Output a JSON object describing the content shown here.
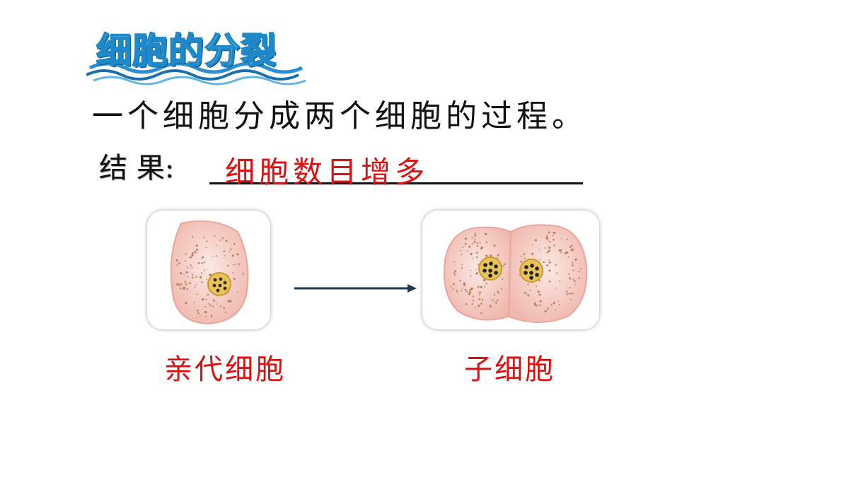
{
  "title": "细胞的分裂",
  "definition": "一个细胞分成两个细胞的过程。",
  "result": {
    "label": "结  果:",
    "answer": "细胞数目增多"
  },
  "captions": {
    "parent": "亲代细胞",
    "daughter": "子细胞"
  },
  "colors": {
    "answer": "#e01010",
    "title_fill": "#bfe3f7",
    "title_stroke": "#1e88c9",
    "cell_fill": "#f4c6bf",
    "nucleus": "#e9c25a"
  }
}
